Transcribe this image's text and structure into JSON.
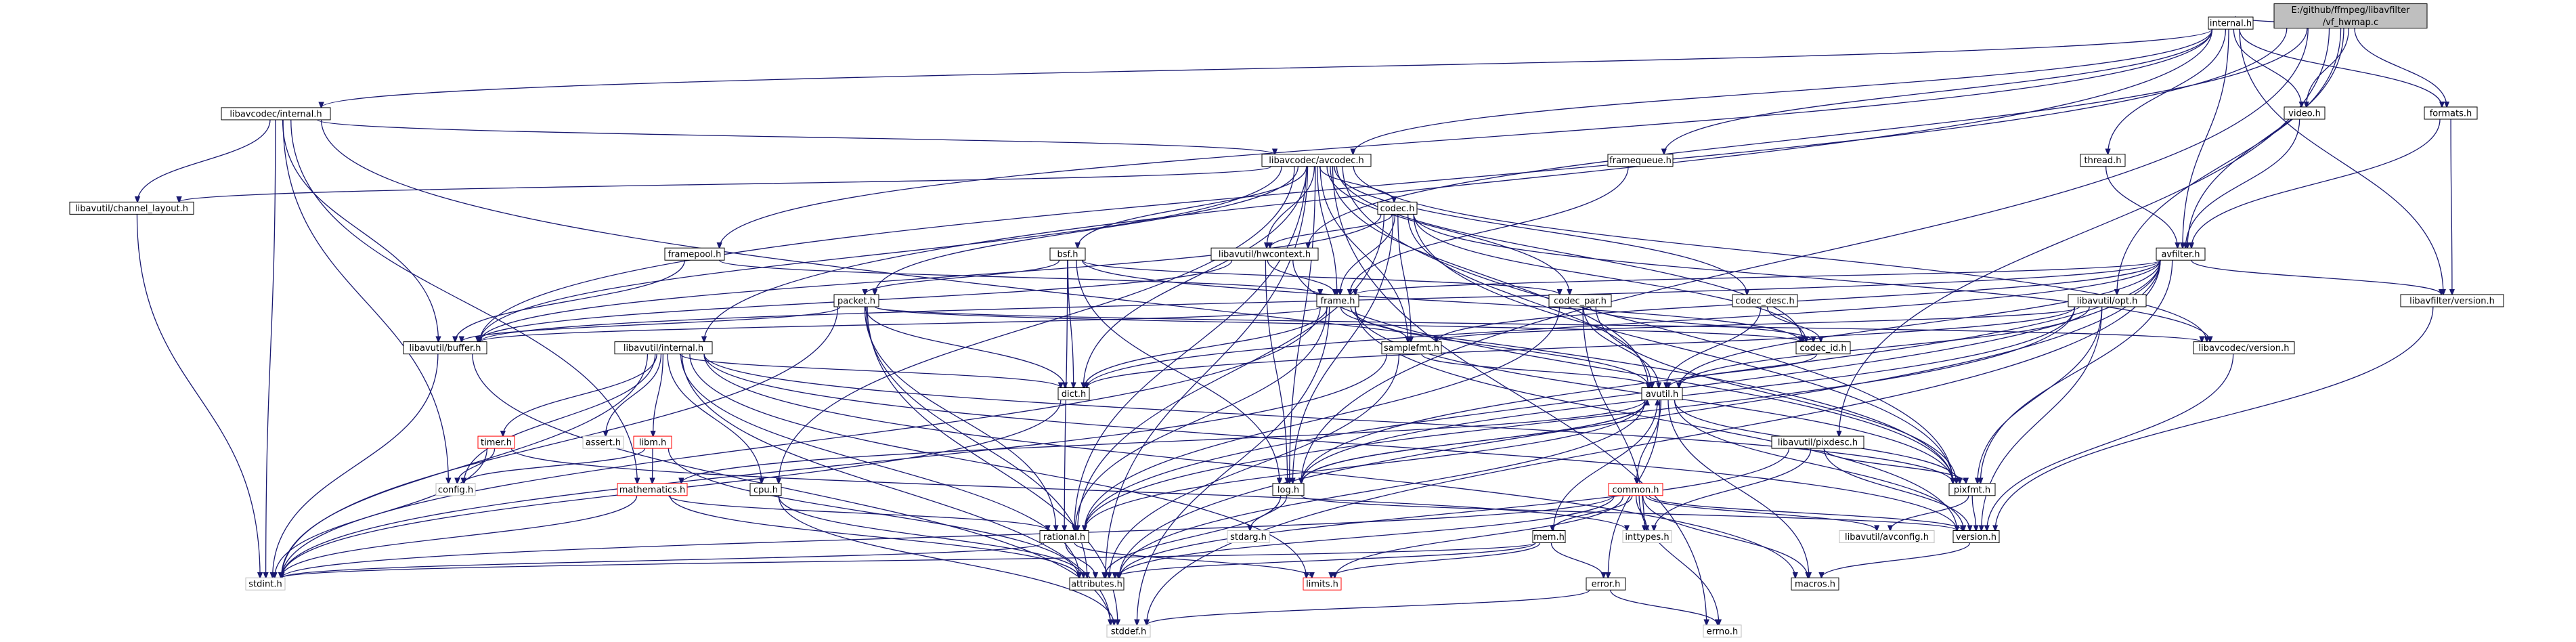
{
  "graph": {
    "root": "E:/github/ffmpeg/libavfilter/vf_hwmap.c",
    "nodes": [
      {
        "id": "root",
        "lines": [
          "E:/github/ffmpeg/libavfilter",
          "/vf_hwmap.c"
        ],
        "style": "gray"
      },
      {
        "id": "internal_h",
        "lines": [
          "internal.h"
        ],
        "style": "normal"
      },
      {
        "id": "video_h",
        "lines": [
          "video.h"
        ],
        "style": "normal"
      },
      {
        "id": "formats_h",
        "lines": [
          "formats.h"
        ],
        "style": "normal"
      },
      {
        "id": "avcodec_internal_h",
        "lines": [
          "libavcodec/internal.h"
        ],
        "style": "normal"
      },
      {
        "id": "framequeue_h",
        "lines": [
          "framequeue.h"
        ],
        "style": "normal"
      },
      {
        "id": "thread_h",
        "lines": [
          "thread.h"
        ],
        "style": "normal"
      },
      {
        "id": "avcodec_h",
        "lines": [
          "libavcodec/avcodec.h"
        ],
        "style": "normal"
      },
      {
        "id": "channel_layout_h",
        "lines": [
          "libavutil/channel_layout.h"
        ],
        "style": "normal"
      },
      {
        "id": "codec_h",
        "lines": [
          "codec.h"
        ],
        "style": "normal"
      },
      {
        "id": "avfilter_h",
        "lines": [
          "avfilter.h"
        ],
        "style": "normal"
      },
      {
        "id": "framepool_h",
        "lines": [
          "framepool.h"
        ],
        "style": "normal"
      },
      {
        "id": "bsf_h",
        "lines": [
          "bsf.h"
        ],
        "style": "normal"
      },
      {
        "id": "hwcontext_h",
        "lines": [
          "libavutil/hwcontext.h"
        ],
        "style": "normal"
      },
      {
        "id": "avfilter_version_h",
        "lines": [
          "libavfilter/version.h"
        ],
        "style": "normal"
      },
      {
        "id": "opt_h",
        "lines": [
          "libavutil/opt.h"
        ],
        "style": "normal"
      },
      {
        "id": "packet_h",
        "lines": [
          "packet.h"
        ],
        "style": "normal"
      },
      {
        "id": "frame_h",
        "lines": [
          "frame.h"
        ],
        "style": "normal"
      },
      {
        "id": "codec_par_h",
        "lines": [
          "codec_par.h"
        ],
        "style": "normal"
      },
      {
        "id": "codec_desc_h",
        "lines": [
          "codec_desc.h"
        ],
        "style": "normal"
      },
      {
        "id": "buffer_h",
        "lines": [
          "libavutil/buffer.h"
        ],
        "style": "normal"
      },
      {
        "id": "avutil_internal_h",
        "lines": [
          "libavutil/internal.h"
        ],
        "style": "normal"
      },
      {
        "id": "samplefmt_h",
        "lines": [
          "samplefmt.h"
        ],
        "style": "normal"
      },
      {
        "id": "codec_id_h",
        "lines": [
          "codec_id.h"
        ],
        "style": "normal"
      },
      {
        "id": "avcodec_version_h",
        "lines": [
          "libavcodec/version.h"
        ],
        "style": "normal"
      },
      {
        "id": "dict_h",
        "lines": [
          "dict.h"
        ],
        "style": "normal"
      },
      {
        "id": "avutil_h",
        "lines": [
          "avutil.h"
        ],
        "style": "normal"
      },
      {
        "id": "pixdesc_h",
        "lines": [
          "libavutil/pixdesc.h"
        ],
        "style": "normal"
      },
      {
        "id": "timer_h",
        "lines": [
          "timer.h"
        ],
        "style": "red"
      },
      {
        "id": "assert_h",
        "lines": [
          "assert.h"
        ],
        "style": "ext"
      },
      {
        "id": "libm_h",
        "lines": [
          "libm.h"
        ],
        "style": "red"
      },
      {
        "id": "config_h",
        "lines": [
          "config.h"
        ],
        "style": "ext"
      },
      {
        "id": "mathematics_h",
        "lines": [
          "mathematics.h"
        ],
        "style": "red"
      },
      {
        "id": "cpu_h",
        "lines": [
          "cpu.h"
        ],
        "style": "normal"
      },
      {
        "id": "log_h",
        "lines": [
          "log.h"
        ],
        "style": "normal"
      },
      {
        "id": "stdarg_h",
        "lines": [
          "stdarg.h"
        ],
        "style": "ext"
      },
      {
        "id": "common_h",
        "lines": [
          "common.h"
        ],
        "style": "red"
      },
      {
        "id": "pixfmt_h",
        "lines": [
          "pixfmt.h"
        ],
        "style": "normal"
      },
      {
        "id": "inttypes_h",
        "lines": [
          "inttypes.h"
        ],
        "style": "ext"
      },
      {
        "id": "avconfig_h",
        "lines": [
          "libavutil/avconfig.h"
        ],
        "style": "ext"
      },
      {
        "id": "rational_h",
        "lines": [
          "rational.h"
        ],
        "style": "normal"
      },
      {
        "id": "mem_h",
        "lines": [
          "mem.h"
        ],
        "style": "normal"
      },
      {
        "id": "version_h",
        "lines": [
          "version.h"
        ],
        "style": "normal"
      },
      {
        "id": "stdint_h",
        "lines": [
          "stdint.h"
        ],
        "style": "ext"
      },
      {
        "id": "attributes_h",
        "lines": [
          "attributes.h"
        ],
        "style": "normal"
      },
      {
        "id": "limits_h",
        "lines": [
          "limits.h"
        ],
        "style": "red"
      },
      {
        "id": "macros_h",
        "lines": [
          "macros.h"
        ],
        "style": "normal"
      },
      {
        "id": "error_h",
        "lines": [
          "error.h"
        ],
        "style": "normal"
      },
      {
        "id": "errno_h",
        "lines": [
          "errno.h"
        ],
        "style": "ext"
      },
      {
        "id": "stddef_h",
        "lines": [
          "stddef.h"
        ],
        "style": "ext"
      }
    ],
    "edges": [
      [
        "root",
        "internal_h"
      ],
      [
        "root",
        "video_h"
      ],
      [
        "root",
        "formats_h"
      ],
      [
        "root",
        "avfilter_h"
      ],
      [
        "root",
        "buffer_h"
      ],
      [
        "root",
        "hwcontext_h"
      ],
      [
        "root",
        "log_h"
      ],
      [
        "root",
        "opt_h"
      ],
      [
        "root",
        "pixdesc_h"
      ],
      [
        "internal_h",
        "avcodec_internal_h"
      ],
      [
        "internal_h",
        "framequeue_h"
      ],
      [
        "internal_h",
        "thread_h"
      ],
      [
        "internal_h",
        "video_h"
      ],
      [
        "internal_h",
        "formats_h"
      ],
      [
        "internal_h",
        "avcodec_h"
      ],
      [
        "internal_h",
        "avfilter_h"
      ],
      [
        "internal_h",
        "avfilter_version_h"
      ],
      [
        "internal_h",
        "framepool_h"
      ],
      [
        "internal_h",
        "avutil_internal_h"
      ],
      [
        "video_h",
        "avfilter_h"
      ],
      [
        "formats_h",
        "avfilter_h"
      ],
      [
        "formats_h",
        "avfilter_version_h"
      ],
      [
        "avcodec_internal_h",
        "avcodec_h"
      ],
      [
        "avcodec_internal_h",
        "buffer_h"
      ],
      [
        "avcodec_internal_h",
        "channel_layout_h"
      ],
      [
        "avcodec_internal_h",
        "config_h"
      ],
      [
        "avcodec_internal_h",
        "mathematics_h"
      ],
      [
        "avcodec_internal_h",
        "pixfmt_h"
      ],
      [
        "avcodec_internal_h",
        "stdint_h"
      ],
      [
        "framequeue_h",
        "frame_h"
      ],
      [
        "thread_h",
        "avfilter_h"
      ],
      [
        "avcodec_h",
        "channel_layout_h"
      ],
      [
        "avcodec_h",
        "codec_h"
      ],
      [
        "avcodec_h",
        "bsf_h"
      ],
      [
        "avcodec_h",
        "hwcontext_h"
      ],
      [
        "avcodec_h",
        "packet_h"
      ],
      [
        "avcodec_h",
        "frame_h"
      ],
      [
        "avcodec_h",
        "codec_par_h"
      ],
      [
        "avcodec_h",
        "codec_desc_h"
      ],
      [
        "avcodec_h",
        "buffer_h"
      ],
      [
        "avcodec_h",
        "samplefmt_h"
      ],
      [
        "avcodec_h",
        "codec_id_h"
      ],
      [
        "avcodec_h",
        "avcodec_version_h"
      ],
      [
        "avcodec_h",
        "dict_h"
      ],
      [
        "avcodec_h",
        "avutil_h"
      ],
      [
        "avcodec_h",
        "cpu_h"
      ],
      [
        "avcodec_h",
        "log_h"
      ],
      [
        "avcodec_h",
        "pixfmt_h"
      ],
      [
        "avcodec_h",
        "rational_h"
      ],
      [
        "avcodec_h",
        "attributes_h"
      ],
      [
        "avcodec_h",
        "errno_h"
      ],
      [
        "channel_layout_h",
        "stdint_h"
      ],
      [
        "codec_h",
        "hwcontext_h"
      ],
      [
        "codec_h",
        "frame_h"
      ],
      [
        "codec_h",
        "buffer_h"
      ],
      [
        "codec_h",
        "samplefmt_h"
      ],
      [
        "codec_h",
        "codec_id_h"
      ],
      [
        "codec_h",
        "avcodec_version_h"
      ],
      [
        "codec_h",
        "avutil_h"
      ],
      [
        "codec_h",
        "log_h"
      ],
      [
        "codec_h",
        "pixfmt_h"
      ],
      [
        "codec_h",
        "rational_h"
      ],
      [
        "avfilter_h",
        "frame_h"
      ],
      [
        "avfilter_h",
        "buffer_h"
      ],
      [
        "avfilter_h",
        "samplefmt_h"
      ],
      [
        "avfilter_h",
        "dict_h"
      ],
      [
        "avfilter_h",
        "avutil_h"
      ],
      [
        "avfilter_h",
        "log_h"
      ],
      [
        "avfilter_h",
        "pixfmt_h"
      ],
      [
        "avfilter_h",
        "rational_h"
      ],
      [
        "avfilter_h",
        "attributes_h"
      ],
      [
        "avfilter_h",
        "avfilter_version_h"
      ],
      [
        "avfilter_h",
        "stddef_h"
      ],
      [
        "framepool_h",
        "buffer_h"
      ],
      [
        "framepool_h",
        "frame_h"
      ],
      [
        "bsf_h",
        "packet_h"
      ],
      [
        "bsf_h",
        "codec_par_h"
      ],
      [
        "bsf_h",
        "dict_h"
      ],
      [
        "bsf_h",
        "log_h"
      ],
      [
        "bsf_h",
        "rational_h"
      ],
      [
        "bsf_h",
        "codec_id_h"
      ],
      [
        "hwcontext_h",
        "frame_h"
      ],
      [
        "hwcontext_h",
        "buffer_h"
      ],
      [
        "hwcontext_h",
        "log_h"
      ],
      [
        "hwcontext_h",
        "pixfmt_h"
      ],
      [
        "avfilter_version_h",
        "version_h"
      ],
      [
        "opt_h",
        "rational_h"
      ],
      [
        "opt_h",
        "avutil_h"
      ],
      [
        "opt_h",
        "dict_h"
      ],
      [
        "opt_h",
        "log_h"
      ],
      [
        "opt_h",
        "pixfmt_h"
      ],
      [
        "opt_h",
        "samplefmt_h"
      ],
      [
        "opt_h",
        "version_h"
      ],
      [
        "packet_h",
        "buffer_h"
      ],
      [
        "packet_h",
        "attributes_h"
      ],
      [
        "packet_h",
        "dict_h"
      ],
      [
        "packet_h",
        "rational_h"
      ],
      [
        "packet_h",
        "codec_id_h"
      ],
      [
        "packet_h",
        "avcodec_version_h"
      ],
      [
        "packet_h",
        "stdint_h"
      ],
      [
        "packet_h",
        "stddef_h"
      ],
      [
        "frame_h",
        "avutil_h"
      ],
      [
        "frame_h",
        "buffer_h"
      ],
      [
        "frame_h",
        "dict_h"
      ],
      [
        "frame_h",
        "rational_h"
      ],
      [
        "frame_h",
        "samplefmt_h"
      ],
      [
        "frame_h",
        "pixfmt_h"
      ],
      [
        "frame_h",
        "version_h"
      ],
      [
        "frame_h",
        "stdint_h"
      ],
      [
        "frame_h",
        "stddef_h"
      ],
      [
        "codec_par_h",
        "avutil_h"
      ],
      [
        "codec_par_h",
        "rational_h"
      ],
      [
        "codec_par_h",
        "pixfmt_h"
      ],
      [
        "codec_par_h",
        "codec_id_h"
      ],
      [
        "codec_par_h",
        "inttypes_h"
      ],
      [
        "codec_desc_h",
        "avutil_h"
      ],
      [
        "codec_desc_h",
        "codec_id_h"
      ],
      [
        "buffer_h",
        "stdint_h"
      ],
      [
        "buffer_h",
        "stddef_h"
      ],
      [
        "avutil_internal_h",
        "timer_h"
      ],
      [
        "avutil_internal_h",
        "assert_h"
      ],
      [
        "avutil_internal_h",
        "libm_h"
      ],
      [
        "avutil_internal_h",
        "config_h"
      ],
      [
        "avutil_internal_h",
        "cpu_h"
      ],
      [
        "avutil_internal_h",
        "dict_h"
      ],
      [
        "avutil_internal_h",
        "pixfmt_h"
      ],
      [
        "avutil_internal_h",
        "version_h"
      ],
      [
        "avutil_internal_h",
        "attributes_h"
      ],
      [
        "avutil_internal_h",
        "macros_h"
      ],
      [
        "avutil_internal_h",
        "stdint_h"
      ],
      [
        "avutil_internal_h",
        "stddef_h"
      ],
      [
        "avutil_internal_h",
        "limits_h"
      ],
      [
        "samplefmt_h",
        "avutil_h"
      ],
      [
        "samplefmt_h",
        "attributes_h"
      ],
      [
        "samplefmt_h",
        "stdint_h"
      ],
      [
        "codec_id_h",
        "avutil_h"
      ],
      [
        "avcodec_version_h",
        "version_h"
      ],
      [
        "dict_h",
        "stdint_h"
      ],
      [
        "avutil_h",
        "common_h"
      ],
      [
        "avutil_h",
        "error_h"
      ],
      [
        "avutil_h",
        "version_h"
      ],
      [
        "avutil_h",
        "rational_h"
      ],
      [
        "avutil_h",
        "log_h"
      ],
      [
        "avutil_h",
        "pixfmt_h"
      ],
      [
        "avutil_h",
        "macros_h"
      ],
      [
        "avutil_h",
        "mathematics_h"
      ],
      [
        "avutil_h",
        "attributes_h"
      ],
      [
        "pixdesc_h",
        "inttypes_h"
      ],
      [
        "pixdesc_h",
        "attributes_h"
      ],
      [
        "pixdesc_h",
        "pixfmt_h"
      ],
      [
        "pixdesc_h",
        "version_h"
      ],
      [
        "timer_h",
        "config_h"
      ],
      [
        "timer_h",
        "inttypes_h"
      ],
      [
        "timer_h",
        "stdint_h"
      ],
      [
        "libm_h",
        "config_h"
      ],
      [
        "libm_h",
        "attributes_h"
      ],
      [
        "libm_h",
        "mathematics_h"
      ],
      [
        "mathematics_h",
        "stdint_h"
      ],
      [
        "mathematics_h",
        "attributes_h"
      ],
      [
        "mathematics_h",
        "rational_h"
      ],
      [
        "cpu_h",
        "attributes_h"
      ],
      [
        "cpu_h",
        "stddef_h"
      ],
      [
        "log_h",
        "stdarg_h"
      ],
      [
        "log_h",
        "avutil_h"
      ],
      [
        "log_h",
        "attributes_h"
      ],
      [
        "log_h",
        "version_h"
      ],
      [
        "common_h",
        "errno_h"
      ],
      [
        "common_h",
        "inttypes_h"
      ],
      [
        "common_h",
        "limits_h"
      ],
      [
        "common_h",
        "attributes_h"
      ],
      [
        "common_h",
        "macros_h"
      ],
      [
        "common_h",
        "version_h"
      ],
      [
        "common_h",
        "avconfig_h"
      ],
      [
        "common_h",
        "mem_h"
      ],
      [
        "common_h",
        "stdint_h"
      ],
      [
        "pixfmt_h",
        "avconfig_h"
      ],
      [
        "pixfmt_h",
        "version_h"
      ],
      [
        "rational_h",
        "stdint_h"
      ],
      [
        "rational_h",
        "limits_h"
      ],
      [
        "rational_h",
        "attributes_h"
      ],
      [
        "mem_h",
        "attributes_h"
      ],
      [
        "mem_h",
        "error_h"
      ],
      [
        "mem_h",
        "avutil_h"
      ],
      [
        "mem_h",
        "limits_h"
      ],
      [
        "mem_h",
        "stdint_h"
      ],
      [
        "version_h",
        "macros_h"
      ],
      [
        "error_h",
        "errno_h"
      ],
      [
        "error_h",
        "stddef_h"
      ]
    ]
  }
}
